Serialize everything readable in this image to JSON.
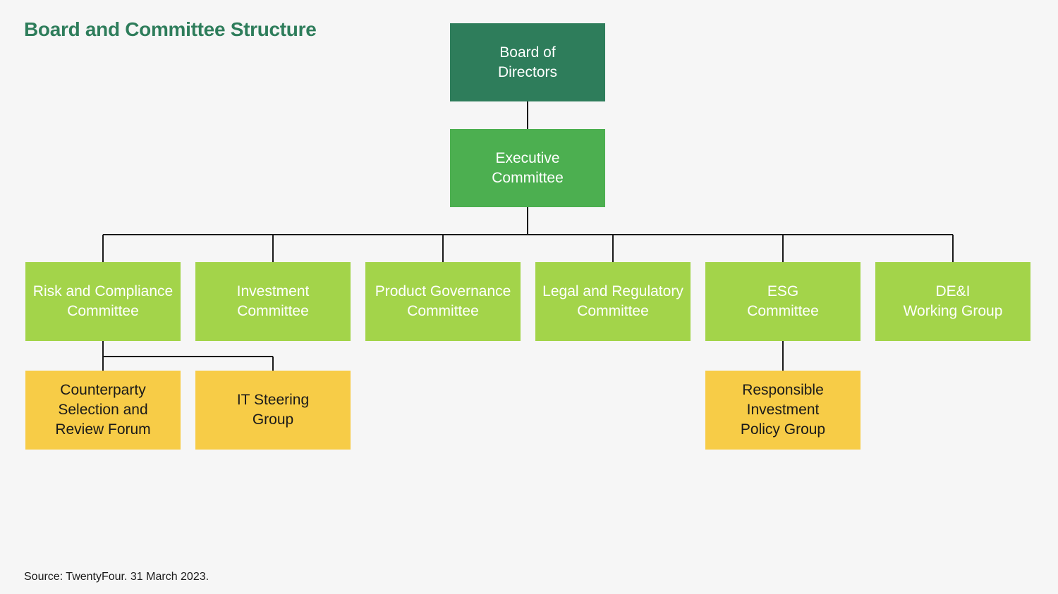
{
  "title": "Board and Committee Structure",
  "source": "Source: TwentyFour. 31 March 2023.",
  "nodes": {
    "board": "Board of\nDirectors",
    "executive": "Executive\nCommittee",
    "risk": "Risk and Compliance\nCommittee",
    "investment": "Investment\nCommittee",
    "product": "Product Governance\nCommittee",
    "legal": "Legal and Regulatory\nCommittee",
    "esg": "ESG\nCommittee",
    "dei": "DE&I\nWorking Group",
    "counterparty": "Counterparty\nSelection and\nReview Forum",
    "it": "IT Steering\nGroup",
    "responsible": "Responsible\nInvestment\nPolicy Group"
  },
  "colors": {
    "board": "#2e7d5b",
    "executive": "#4caf50",
    "committee": "#a3d44a",
    "subgroup": "#f7cc47",
    "title": "#2e7d5b"
  },
  "hierarchy": [
    {
      "parent": "board",
      "child": "executive"
    },
    {
      "parent": "executive",
      "child": "risk"
    },
    {
      "parent": "executive",
      "child": "investment"
    },
    {
      "parent": "executive",
      "child": "product"
    },
    {
      "parent": "executive",
      "child": "legal"
    },
    {
      "parent": "executive",
      "child": "esg"
    },
    {
      "parent": "executive",
      "child": "dei"
    },
    {
      "parent": "risk",
      "child": "counterparty"
    },
    {
      "parent": "risk",
      "child": "it"
    },
    {
      "parent": "esg",
      "child": "responsible"
    }
  ]
}
